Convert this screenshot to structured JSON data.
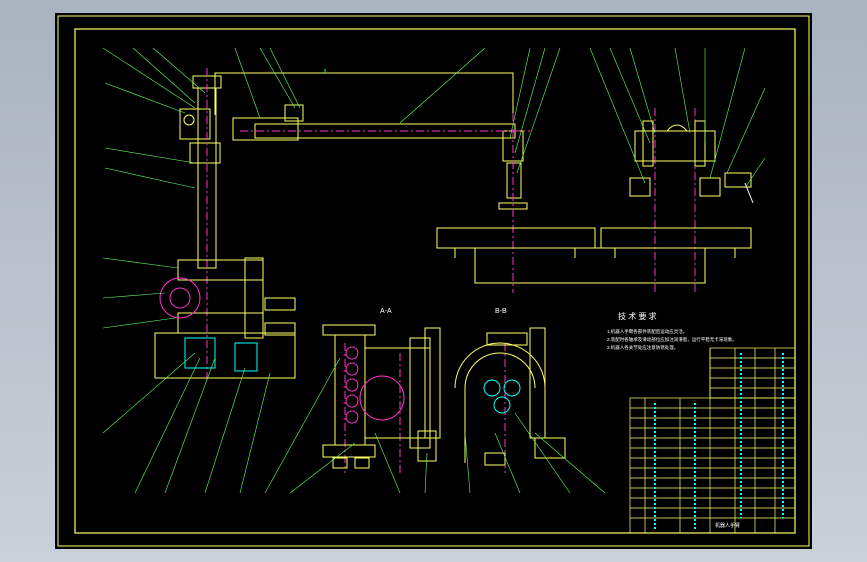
{
  "drawing": {
    "background_color": "#000000",
    "frame_color": "#ffff66",
    "section_labels": [
      "A-A",
      "B-B"
    ],
    "tech_requirements_title": "技 术 要 求",
    "tech_requirements": [
      "1.机器人手臂各部件装配后运动应灵活。",
      "2.装配时各轴承及滑动部位应加注润滑脂，运行平稳无卡滞现象。",
      "3.机器人各关节处应注意防锈处理。"
    ],
    "title_block_name": "机器人手臂"
  }
}
